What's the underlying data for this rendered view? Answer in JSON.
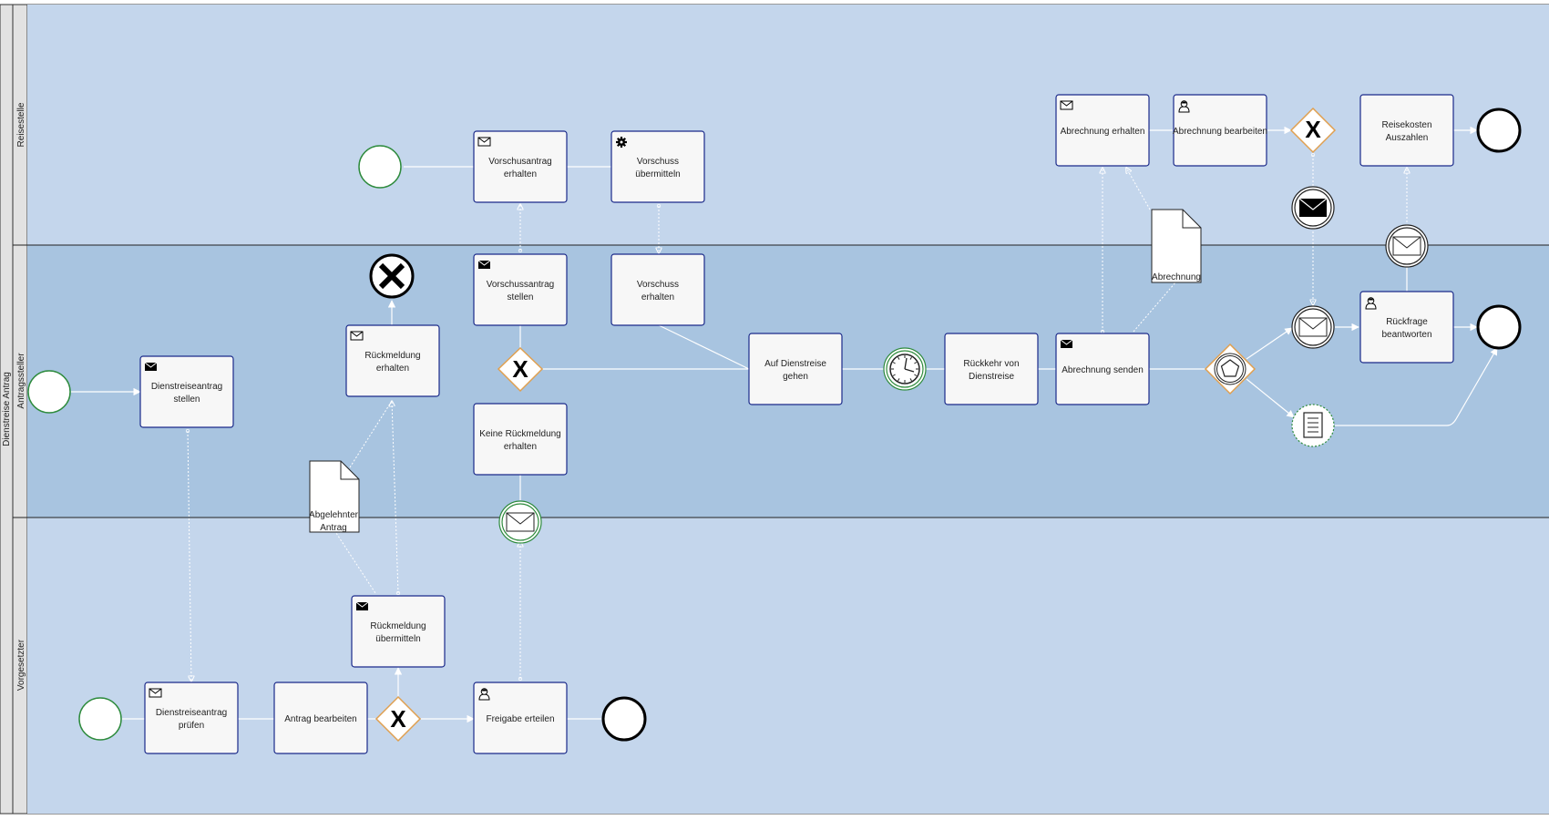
{
  "pool": {
    "label": "Dienstreise Antrag"
  },
  "lanes": [
    {
      "id": "reisestelle",
      "label": "Reisestelle"
    },
    {
      "id": "antragsteller",
      "label": "Antragssteller"
    },
    {
      "id": "vorgesetzter",
      "label": "Vorgesetzter"
    }
  ],
  "colors": {
    "lane_light": "#c4d6ec",
    "lane_mid": "#a8c4e0",
    "label_strip": "#e2e2e2",
    "task_fill": "#f7f7f7",
    "task_stroke": "#1b2a8a",
    "start_event": "#2e8b3d",
    "gateway_stroke": "#e0a050",
    "flow": "#ffffff"
  },
  "tasks": {
    "vorschusantrag_erhalten": {
      "line1": "Vorschusantrag",
      "line2": "erhalten",
      "icon": "envelope-outline-icon"
    },
    "vorschuss_uebermitteln": {
      "line1": "Vorschuss",
      "line2": "übermitteln",
      "icon": "gear-icon"
    },
    "abrechnung_erhalten": {
      "line1": "Abrechnung erhalten",
      "line2": "",
      "icon": "envelope-outline-icon"
    },
    "abrechnung_bearbeiten": {
      "line1": "Abrechnung bearbeiten",
      "line2": "",
      "icon": "user-icon"
    },
    "reisekosten_auszahlen": {
      "line1": "Reisekosten",
      "line2": "Auszahlen",
      "icon": ""
    },
    "dienstreiseantrag_stellen": {
      "line1": "Dienstreiseantrag",
      "line2": "stellen",
      "icon": "envelope-filled-icon"
    },
    "rueckmeldung_erhalten": {
      "line1": "Rückmeldung",
      "line2": "erhalten",
      "icon": "envelope-outline-icon"
    },
    "vorschussantrag_stellen": {
      "line1": "Vorschussantrag",
      "line2": "stellen",
      "icon": "envelope-filled-icon"
    },
    "vorschuss_erhalten": {
      "line1": "Vorschuss",
      "line2": "erhalten",
      "icon": ""
    },
    "keine_rueckmeldung": {
      "line1": "Keine Rückmeldung",
      "line2": "erhalten",
      "icon": ""
    },
    "auf_dienstreise": {
      "line1": "Auf Dienstreise",
      "line2": "gehen",
      "icon": ""
    },
    "rueckkehr": {
      "line1": "Rückkehr von",
      "line2": "Dienstreise",
      "icon": ""
    },
    "abrechnung_senden": {
      "line1": "Abrechnung senden",
      "line2": "",
      "icon": "envelope-filled-icon"
    },
    "rueckfrage": {
      "line1": "Rückfrage",
      "line2": "beantworten",
      "icon": "user-icon"
    },
    "rueckmeldung_uebermitteln": {
      "line1": "Rückmeldung",
      "line2": "übermitteln",
      "icon": "envelope-filled-icon"
    },
    "dienstreiseantrag_pruefen": {
      "line1": "Dienstreiseantrag",
      "line2": "prüfen",
      "icon": "envelope-outline-icon"
    },
    "antrag_bearbeiten": {
      "line1": "Antrag bearbeiten",
      "line2": "",
      "icon": ""
    },
    "freigabe_erteilen": {
      "line1": "Freigabe erteilen",
      "line2": "",
      "icon": "user-icon"
    }
  },
  "documents": {
    "abrechnung": {
      "line1": "Abrechnung",
      "line2": ""
    },
    "abgelehnter_antrag": {
      "line1": "Abgelehnter",
      "line2": "Antrag"
    }
  },
  "gateways": [
    {
      "id": "gw-reisestelle",
      "type": "exclusive",
      "marker": "X"
    },
    {
      "id": "gw-antrag",
      "type": "exclusive",
      "marker": "X"
    },
    {
      "id": "gw-vorgesetzter",
      "type": "exclusive",
      "marker": "X"
    },
    {
      "id": "gw-event-based",
      "type": "event-based",
      "marker": ""
    }
  ],
  "events": [
    {
      "id": "start-reisestelle",
      "type": "start"
    },
    {
      "id": "start-antragsteller",
      "type": "start"
    },
    {
      "id": "start-vorgesetzter",
      "type": "start"
    },
    {
      "id": "end-reisestelle",
      "type": "end"
    },
    {
      "id": "end-antragsteller",
      "type": "end"
    },
    {
      "id": "end-vorgesetzter",
      "type": "end"
    },
    {
      "id": "end-cancel",
      "type": "cancel-end"
    },
    {
      "id": "timer-event",
      "type": "intermediate-timer"
    },
    {
      "id": "message-start-event",
      "type": "message-start"
    },
    {
      "id": "message-throw-event",
      "type": "intermediate-message-throw"
    },
    {
      "id": "message-catch-event",
      "type": "intermediate-message-catch"
    },
    {
      "id": "message-catch-boundary",
      "type": "intermediate-message-catch"
    },
    {
      "id": "conditional-event",
      "type": "intermediate-conditional"
    }
  ]
}
